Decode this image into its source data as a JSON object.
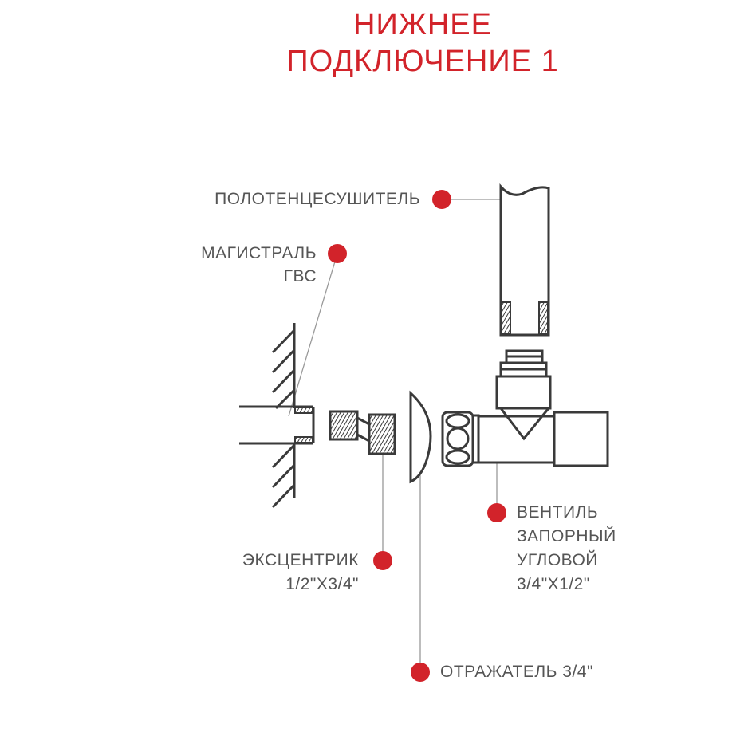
{
  "title": {
    "line1": "НИЖНЕЕ",
    "line2": "ПОДКЛЮЧЕНИЕ 1"
  },
  "labels": {
    "towel_dryer": "ПОЛОТЕНЦЕСУШИТЕЛЬ",
    "main_line": [
      "МАГИСТРАЛЬ",
      "ГВС"
    ],
    "eccentric": [
      "ЭКСЦЕНТРИК",
      "1/2\"X3/4\""
    ],
    "valve": [
      "ВЕНТИЛЬ",
      "ЗАПОРНЫЙ",
      "УГЛОВОЙ",
      "3/4\"X1/2\""
    ],
    "reflector": "ОТРАЖАТЕЛЬ 3/4\""
  },
  "colors": {
    "accent": "#d2232a",
    "line": "#3a3a3a",
    "text": "#555555"
  }
}
